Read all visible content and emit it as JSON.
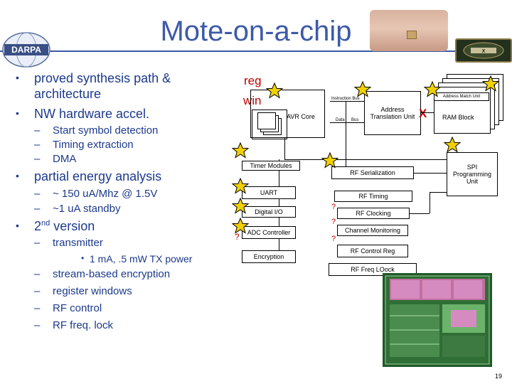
{
  "slide": {
    "title": "Mote-on-a-chip",
    "page_number": "19"
  },
  "logos": {
    "darpa": "DARPA",
    "darpa_icon": "globe-logo",
    "program_badge_icon": "program-badge"
  },
  "bullets": [
    {
      "level": 1,
      "text": "proved synthesis path & architecture",
      "lines": [
        "proved synthesis path &",
        "architecture"
      ]
    },
    {
      "level": 1,
      "text": "NW hardware accel."
    },
    {
      "level": 2,
      "text": "Start symbol detection"
    },
    {
      "level": 2,
      "text": "Timing extraction"
    },
    {
      "level": 2,
      "text": "DMA"
    },
    {
      "level": 1,
      "text": "partial energy analysis"
    },
    {
      "level": 2,
      "text": "~ 150 uA/Mhz @ 1.5V"
    },
    {
      "level": 2,
      "text": "~1 uA standby"
    },
    {
      "level": 1,
      "text_main": "2",
      "text_sup": "nd",
      "text_rest": " version"
    },
    {
      "level": 2,
      "text": "transmitter"
    },
    {
      "level": 3,
      "text": "1 mA, .5 mW TX power"
    },
    {
      "level": 2,
      "text": "stream-based encryption"
    },
    {
      "level": 2,
      "text": "register windows"
    },
    {
      "level": 2,
      "text": "RF control"
    },
    {
      "level": 2,
      "text": "RF freq. lock"
    }
  ],
  "diagram": {
    "reg_label": "reg",
    "win_label": "win",
    "avr_core": "AVR Core",
    "instruction_bus": "Instruction Bus",
    "data_bus_left": "Data",
    "data_bus_right": "Bus",
    "address_translation": "Address Translation Unit",
    "address_match_unit": "Address Match Unit",
    "ram_block": "RAM Block",
    "x_mark": "X",
    "timer_modules": "Timer Modules",
    "rf_serialization": "RF Serialization",
    "spi_unit": "SPI Programming Unit",
    "uart": "UART",
    "rf_timing": "RF Timing",
    "digital_io": "Digital I/O",
    "rf_clocking": "RF Clocking",
    "adc_controller": "ADC Controller",
    "channel_monitoring": "Channel Monitoring",
    "rf_control_reg": "RF Control Reg",
    "encryption": "Encryption",
    "rf_freq_lock": "RF Freq LOock",
    "question_mark": "?",
    "star_icon": "star-icon",
    "star_color": "#f0d000",
    "die_photo": "chip-die-photo"
  }
}
